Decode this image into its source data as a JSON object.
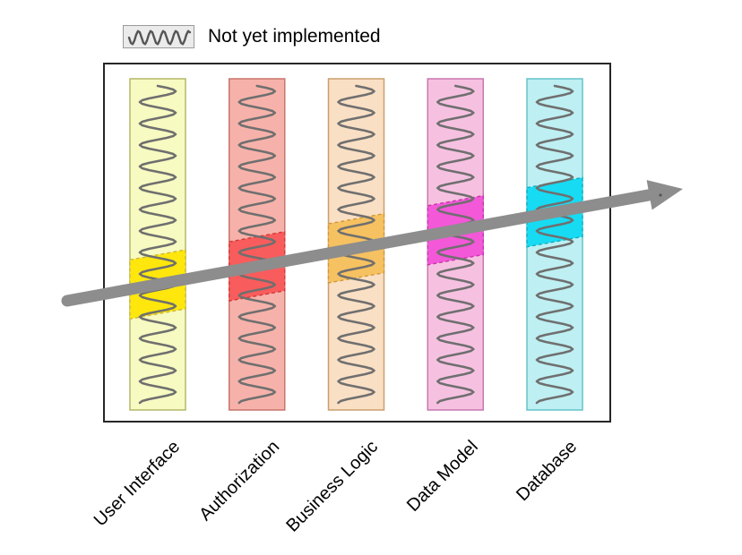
{
  "legend": {
    "label": "Not yet implemented",
    "swatch_fill": "#ebebeb",
    "swatch_border": "#9a9a9a"
  },
  "diagram": {
    "squiggle_color": "#6f6f6f",
    "arrow_color": "#8d8d8d",
    "box_border_color": "#262626",
    "layers": [
      {
        "label": "User Interface",
        "fill": "#f7fac1",
        "border": "#b4b868",
        "highlight": "#ffe70d",
        "highlight_border": "#c9b93a"
      },
      {
        "label": "Authorization",
        "fill": "#f6b2aa",
        "border": "#c9756b",
        "highlight": "#f95c5c",
        "highlight_border": "#d03a3a"
      },
      {
        "label": "Business Logic",
        "fill": "#f9dfc4",
        "border": "#cc9f6e",
        "highlight": "#f6c161",
        "highlight_border": "#cf9a38"
      },
      {
        "label": "Data Model",
        "fill": "#f6c1e1",
        "border": "#c877ae",
        "highlight": "#f358d8",
        "highlight_border": "#c935ab"
      },
      {
        "label": "Database",
        "fill": "#beeff2",
        "border": "#66c2cc",
        "highlight": "#17dbf2",
        "highlight_border": "#0fb0c4"
      }
    ]
  }
}
